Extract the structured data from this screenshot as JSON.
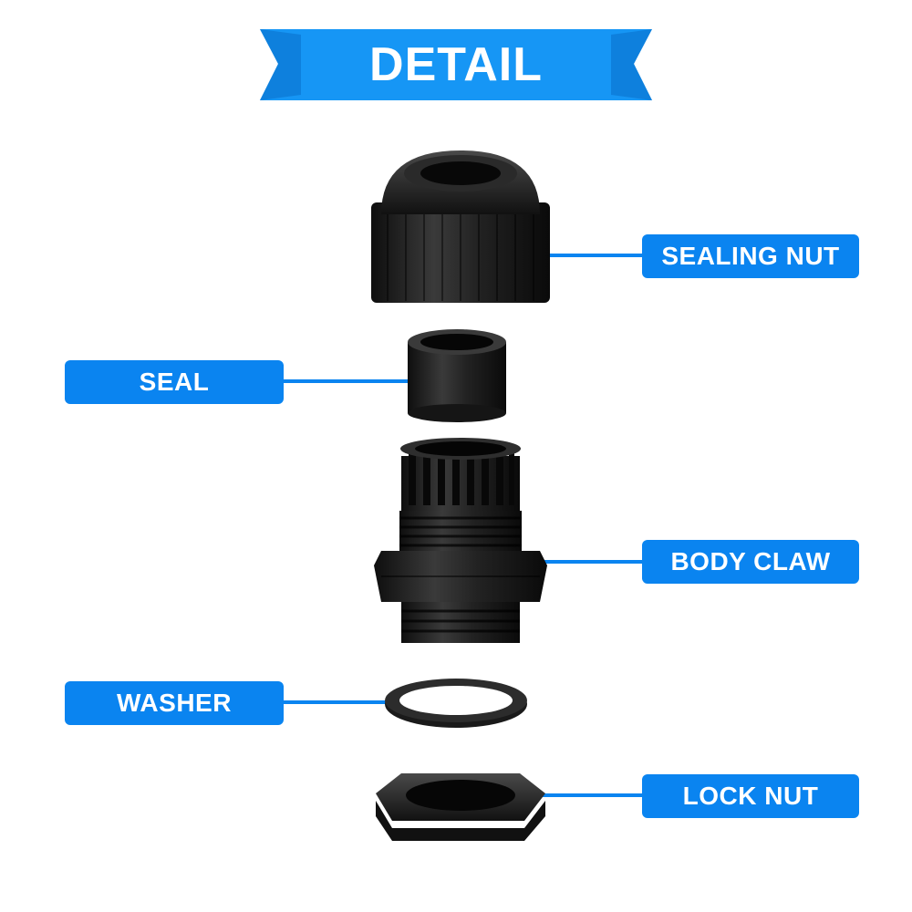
{
  "colors": {
    "accent": "#0a84f0",
    "banner": "#1696f5",
    "banner_dark": "#0a6fc9",
    "part": "#1c1c1c"
  },
  "banner": {
    "title": "DETAIL"
  },
  "labels": {
    "sealing_nut": "SEALING NUT",
    "seal": "SEAL",
    "body_claw": "BODY CLAW",
    "washer": "WASHER",
    "lock_nut": "LOCK NUT"
  }
}
